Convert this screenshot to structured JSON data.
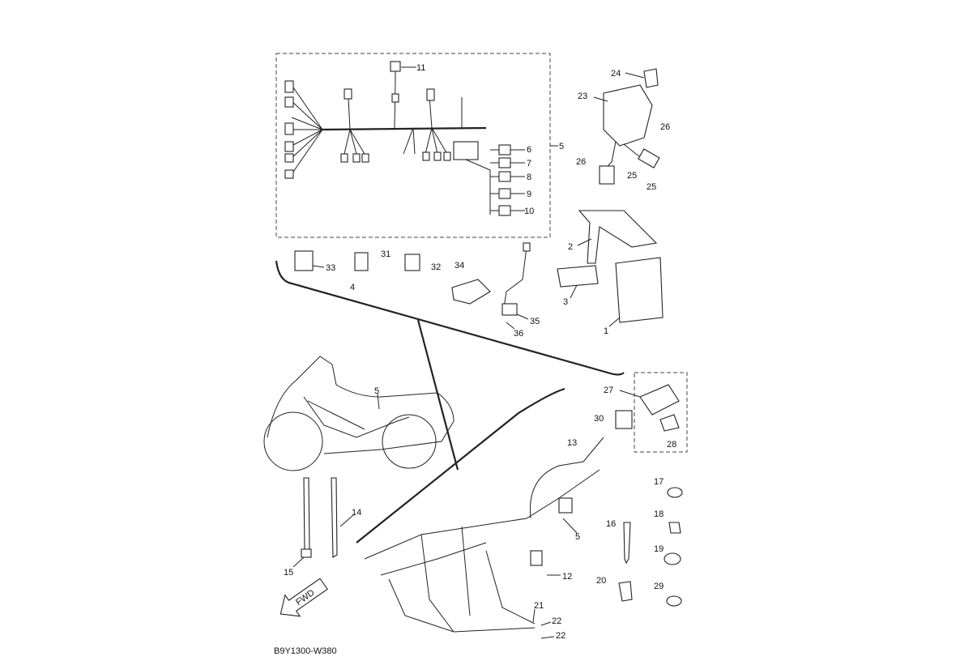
{
  "diagram": {
    "code": "B9Y1300-W380",
    "fwd_label": "FWD",
    "callouts": {
      "c11": "11",
      "c5a": "5",
      "c6": "6",
      "c7": "7",
      "c8": "8",
      "c9": "9",
      "c10": "10",
      "c24": "24",
      "c23": "23",
      "c26a": "26",
      "c26b": "26",
      "c25a": "25",
      "c25b": "25",
      "c2": "2",
      "c3": "3",
      "c1": "1",
      "c33": "33",
      "c4": "4",
      "c31": "31",
      "c32": "32",
      "c34": "34",
      "c35": "35",
      "c36": "36",
      "c5b": "5",
      "c27": "27",
      "c30": "30",
      "c28": "28",
      "c13": "13",
      "c17": "17",
      "c18": "18",
      "c19": "19",
      "c29": "29",
      "c20": "20",
      "c16": "16",
      "c14": "14",
      "c15": "15",
      "c5c": "5",
      "c12": "12",
      "c21": "21",
      "c22a": "22",
      "c22b": "22"
    }
  }
}
